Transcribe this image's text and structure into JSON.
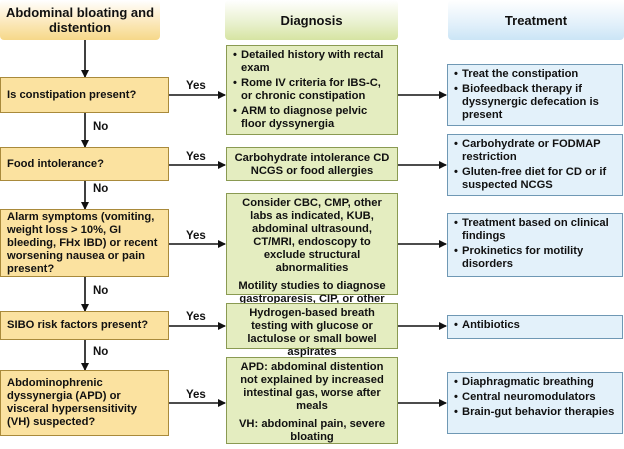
{
  "headers": {
    "left": "Abdominal bloating and distention",
    "middle": "Diagnosis",
    "right": "Treatment"
  },
  "connector_labels": {
    "yes": "Yes",
    "no": "No"
  },
  "rows": [
    {
      "question": "Is constipation present?",
      "diagnosis": [
        "Detailed history with rectal exam",
        "Rome IV criteria for IBS-C, or chronic constipation",
        "ARM to diagnose pelvic floor dyssynergia"
      ],
      "treatment": [
        "Treat the constipation",
        "Biofeedback therapy if dyssynergic defecation is present"
      ]
    },
    {
      "question": "Food intolerance?",
      "diagnosis": [
        "Carbohydrate intolerance CD NCGS or food allergies"
      ],
      "treatment": [
        "Carbohydrate or FODMAP restriction",
        "Gluten-free diet for CD or if suspected NCGS"
      ]
    },
    {
      "question": "Alarm symptoms (vomiting, weight loss > 10%, GI bleeding, FHx IBD) or recent worsening nausea or pain present?",
      "diagnosis": [
        "Consider CBC, CMP, other labs as indicated, KUB, abdominal ultrasound, CT/MRI, endoscopy to exclude structural abnormalities",
        "Motility studies to diagnose gastroparesis, CIP, or other motility disorders"
      ],
      "treatment": [
        "Treatment based on clinical findings",
        "Prokinetics for motility disorders"
      ]
    },
    {
      "question": "SIBO risk factors present?",
      "diagnosis": [
        "Hydrogen-based breath testing with glucose or lactulose or small bowel aspirates"
      ],
      "treatment": [
        "Antibiotics"
      ]
    },
    {
      "question": "Abdominophrenic dyssynergia (APD) or visceral hypersensitivity (VH) suspected?",
      "diagnosis": [
        "APD: abdominal distention not explained by increased intestinal gas, worse after meals",
        "VH: abdominal pain, severe bloating"
      ],
      "treatment": [
        "Diaphragmatic breathing",
        "Central neuromodulators",
        "Brain-gut behavior therapies"
      ]
    }
  ]
}
